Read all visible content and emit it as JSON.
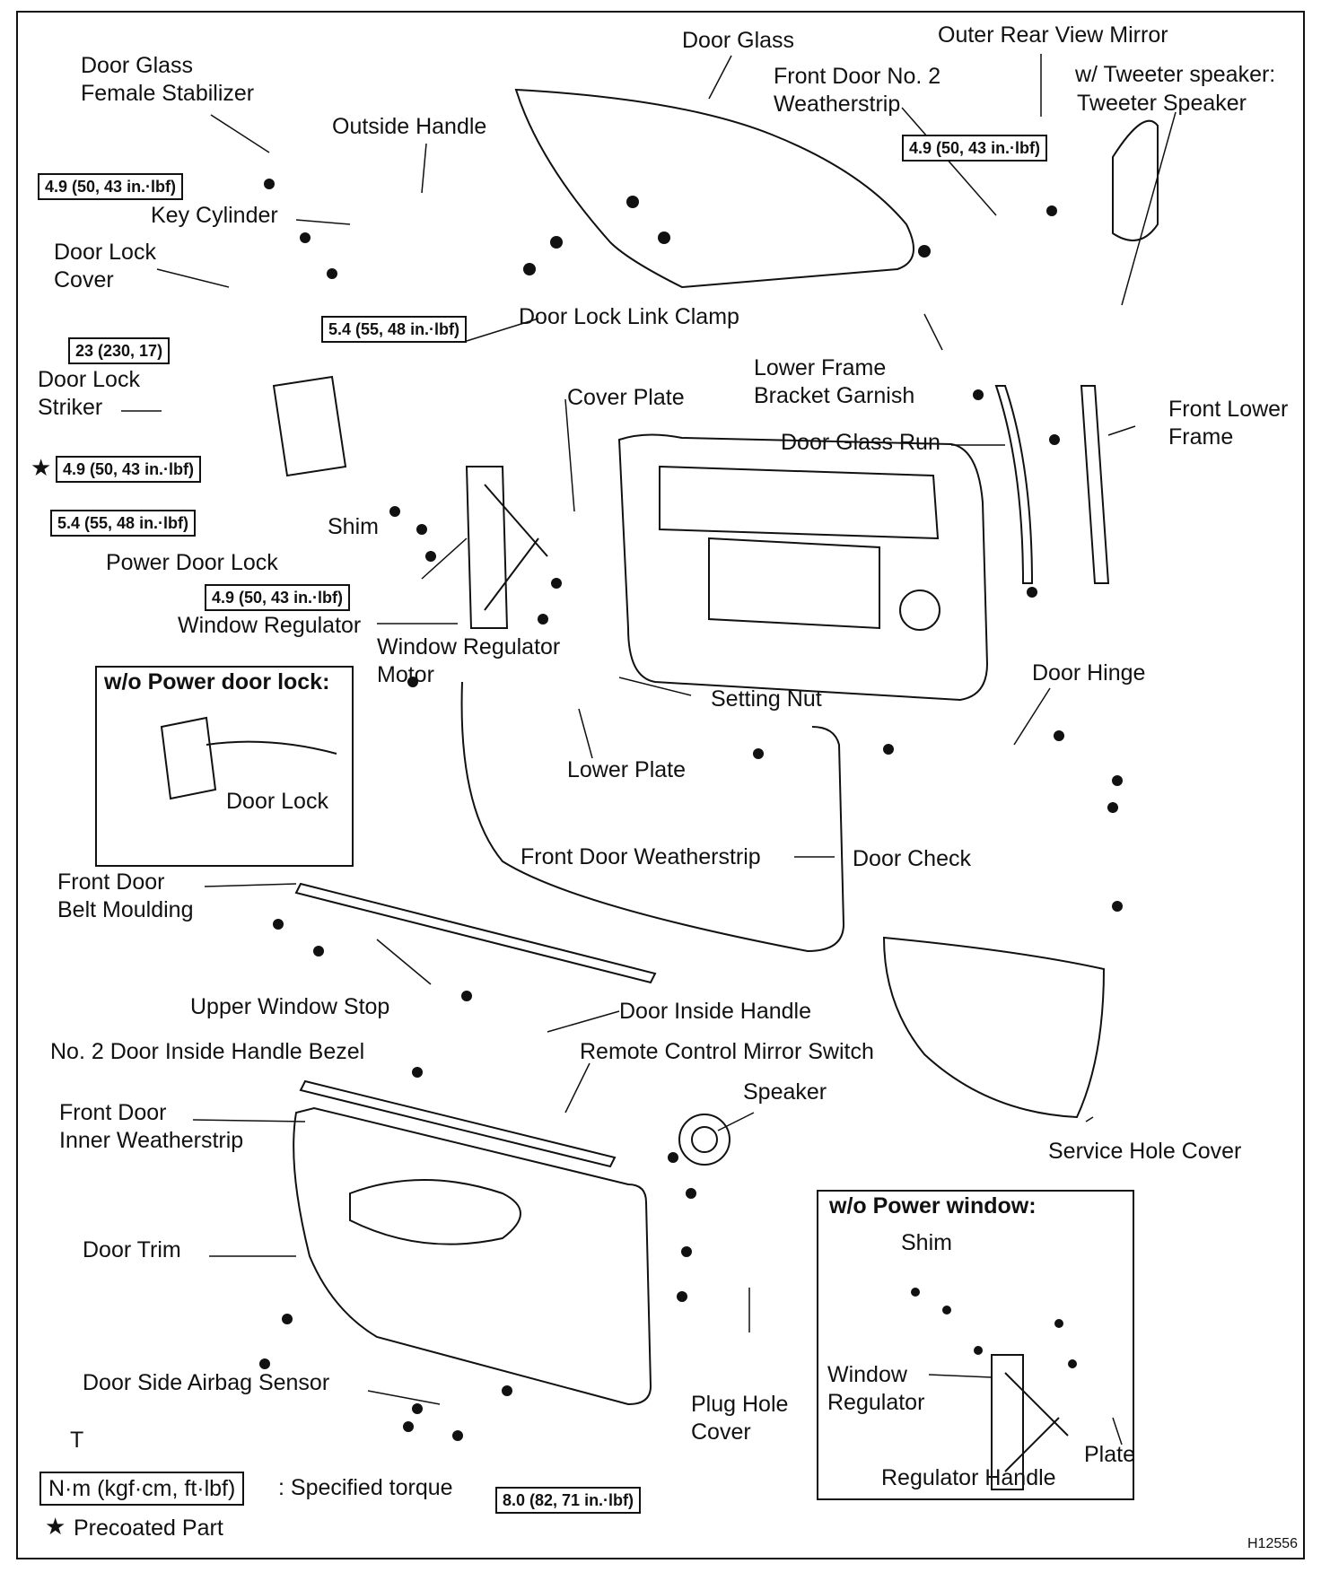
{
  "labels": {
    "door_glass": "Door Glass",
    "outer_rear_view_mirror": "Outer Rear View Mirror",
    "w_tweeter_speaker": "w/ Tweeter speaker:",
    "tweeter_speaker": "Tweeter Speaker",
    "front_door_no2_weatherstrip_1": "Front Door No. 2",
    "front_door_no2_weatherstrip_2": "Weatherstrip",
    "door_glass_female_stabilizer_1": "Door Glass",
    "door_glass_female_stabilizer_2": "Female Stabilizer",
    "outside_handle": "Outside Handle",
    "key_cylinder": "Key Cylinder",
    "door_lock_cover_1": "Door Lock",
    "door_lock_cover_2": "Cover",
    "door_lock_link_clamp": "Door Lock Link Clamp",
    "lower_frame_bracket_garnish_1": "Lower Frame",
    "lower_frame_bracket_garnish_2": "Bracket Garnish",
    "door_lock_striker_1": "Door Lock",
    "door_lock_striker_2": "Striker",
    "cover_plate": "Cover Plate",
    "front_lower_frame_1": "Front Lower",
    "front_lower_frame_2": "Frame",
    "door_glass_run": "Door Glass Run",
    "shim": "Shim",
    "power_door_lock": "Power Door Lock",
    "window_regulator": "Window Regulator",
    "window_regulator_motor_1": "Window Regulator",
    "window_regulator_motor_2": "Motor",
    "setting_nut": "Setting Nut",
    "door_hinge": "Door Hinge",
    "lower_plate": "Lower Plate",
    "door_lock": "Door Lock",
    "front_door_weatherstrip": "Front Door Weatherstrip",
    "door_check": "Door Check",
    "front_door_belt_moulding_1": "Front Door",
    "front_door_belt_moulding_2": "Belt Moulding",
    "upper_window_stop": "Upper Window Stop",
    "door_inside_handle": "Door Inside Handle",
    "no2_door_inside_handle_bezel": "No. 2 Door Inside Handle Bezel",
    "remote_control_mirror_switch": "Remote Control Mirror Switch",
    "speaker": "Speaker",
    "front_door_inner_weatherstrip_1": "Front Door",
    "front_door_inner_weatherstrip_2": "Inner Weatherstrip",
    "service_hole_cover": "Service Hole Cover",
    "door_trim": "Door Trim",
    "shim_inset": "Shim",
    "window_regulator_inset_1": "Window",
    "window_regulator_inset_2": "Regulator",
    "door_side_airbag_sensor": "Door Side Airbag Sensor",
    "plug_hole_cover_1": "Plug Hole",
    "plug_hole_cover_2": "Cover",
    "plate": "Plate",
    "regulator_handle": "Regulator Handle",
    "t_mark": "T"
  },
  "torques": {
    "t1": "4.9 (50, 43 in.·lbf)",
    "t2": "4.9 (50, 43 in.·lbf)",
    "t3": "5.4 (55, 48 in.·lbf)",
    "t4": "23 (230, 17)",
    "t5": "4.9 (50, 43 in.·lbf)",
    "t6": "5.4 (55, 48 in.·lbf)",
    "t7": "4.9 (50, 43 in.·lbf)",
    "t8": "8.0 (82, 71 in.·lbf)"
  },
  "insets": {
    "wo_power_door_lock": "w/o Power door lock:",
    "wo_power_window": "w/o Power window:"
  },
  "legend": {
    "torque_unit": "N·m (kgf·cm, ft·lbf)",
    "torque_desc": ": Specified torque",
    "star": "★",
    "precoated": "Precoated Part"
  },
  "figure_code": "H12556"
}
